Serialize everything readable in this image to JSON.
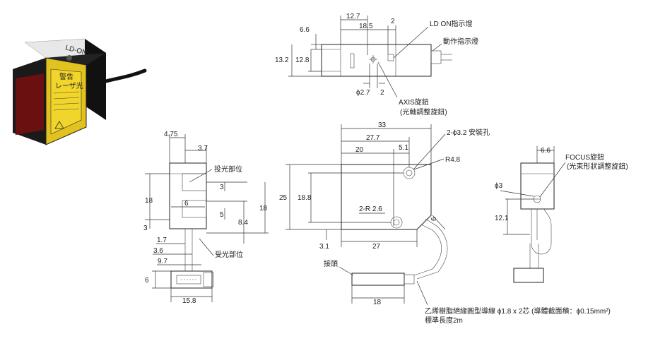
{
  "top_view": {
    "dims": [
      "12.7",
      "18.5",
      "2",
      "6.6",
      "13.2",
      "12.8",
      "ϕ2.7",
      "2"
    ],
    "labels": {
      "ld_on": "LD ON指示燈",
      "action": "動作指示燈",
      "axis": "AXIS旋鈕",
      "axis_sub": "(光軸調整旋鈕)"
    }
  },
  "side_view": {
    "dims": [
      "4.75",
      "3.7",
      "18",
      "3",
      "6",
      "5",
      "3",
      "8.4",
      "18",
      "1.7",
      "3.6",
      "9.7",
      "6",
      "15.8"
    ],
    "labels": {
      "emitter": "投光部位",
      "receiver": "受光部位"
    }
  },
  "front_view": {
    "dims": [
      "33",
      "27.7",
      "20",
      "5.1",
      "R4.8",
      "25",
      "18.8",
      "2-R 2.6",
      "3.1",
      "27",
      "6",
      "18"
    ],
    "labels": {
      "mount": "2-ϕ3.2 安裝孔",
      "connector": "接頭",
      "cable": "乙烯樹脂絕緣圓型導線 ϕ1.8 x 2芯 (導體截面積：ϕ0.15mm²)",
      "cable_len": "標準長度2m"
    }
  },
  "right_view": {
    "dims": [
      "6.6",
      "ϕ3",
      "12.1"
    ],
    "labels": {
      "focus": "FOCUS旋鈕",
      "focus_sub": "(光束形狀調整旋鈕)"
    }
  },
  "photo": {
    "warning_title": "警告",
    "warning_text": "レーザ光",
    "model": "LD-ON"
  }
}
